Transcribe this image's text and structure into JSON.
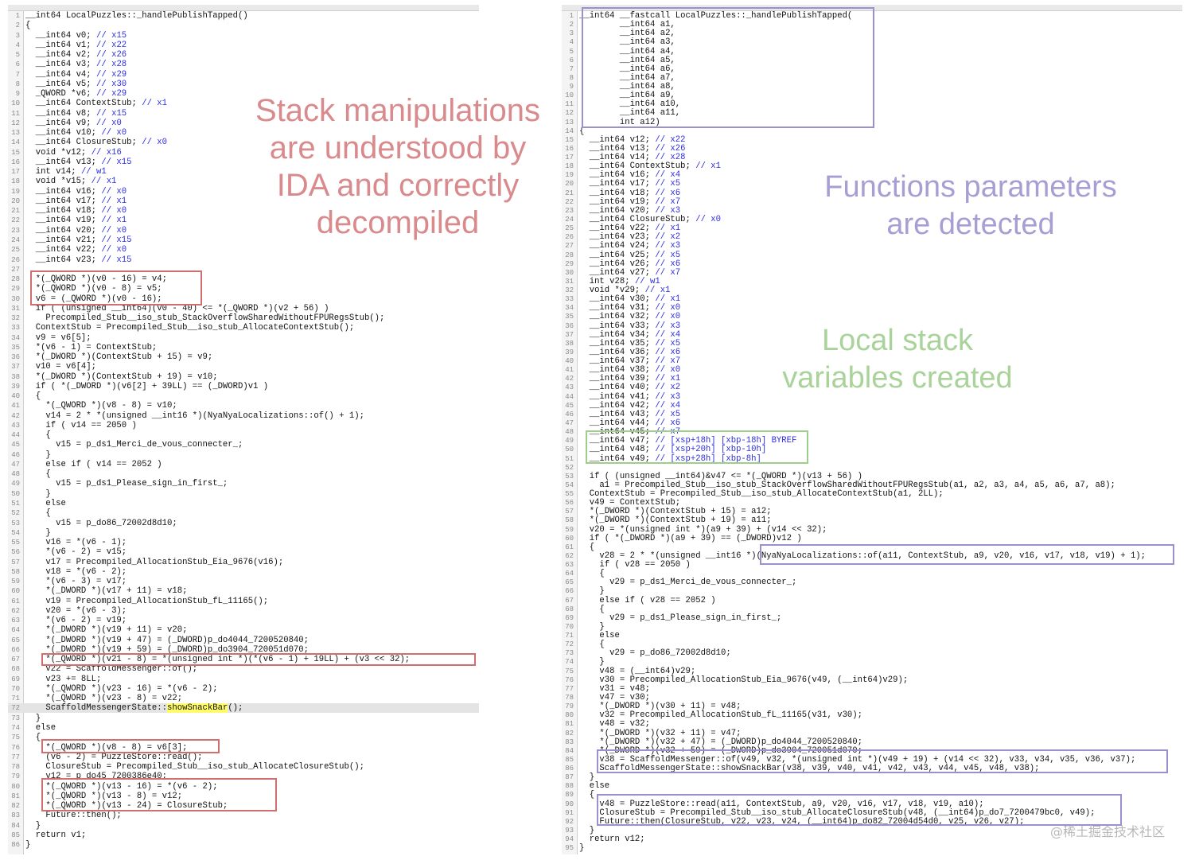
{
  "left": {
    "lines": [
      "__int64 LocalPuzzles::_handlePublishTapped()",
      "{",
      "  __int64 v0; // x15",
      "  __int64 v1; // x22",
      "  __int64 v2; // x26",
      "  __int64 v3; // x28",
      "  __int64 v4; // x29",
      "  __int64 v5; // x30",
      "  _QWORD *v6; // x29",
      "  __int64 ContextStub; // x1",
      "  __int64 v8; // x15",
      "  __int64 v9; // x0",
      "  __int64 v10; // x0",
      "  __int64 ClosureStub; // x0",
      "  void *v12; // x16",
      "  __int64 v13; // x15",
      "  int v14; // w1",
      "  void *v15; // x1",
      "  __int64 v16; // x0",
      "  __int64 v17; // x1",
      "  __int64 v18; // x0",
      "  __int64 v19; // x1",
      "  __int64 v20; // x0",
      "  __int64 v21; // x15",
      "  __int64 v22; // x0",
      "  __int64 v23; // x15",
      "",
      "  *(_QWORD *)(v0 - 16) = v4;",
      "  *(_QWORD *)(v0 - 8) = v5;",
      "  v6 = (_QWORD *)(v0 - 16);",
      "  if ( (unsigned __int64)(v0 - 40) <= *(_QWORD *)(v2 + 56) )",
      "    Precompiled_Stub__iso_stub_StackOverflowSharedWithoutFPURegsStub();",
      "  ContextStub = Precompiled_Stub__iso_stub_AllocateContextStub();",
      "  v9 = v6[5];",
      "  *(v6 - 1) = ContextStub;",
      "  *(_DWORD *)(ContextStub + 15) = v9;",
      "  v10 = v6[4];",
      "  *(_DWORD *)(ContextStub + 19) = v10;",
      "  if ( *(_DWORD *)(v6[2] + 39LL) == (_DWORD)v1 )",
      "  {",
      "    *(_QWORD *)(v8 - 8) = v10;",
      "    v14 = 2 * *(unsigned __int16 *)(NyaNyaLocalizations::of() + 1);",
      "    if ( v14 == 2050 )",
      "    {",
      "      v15 = p_ds1_Merci_de_vous_connecter_;",
      "    }",
      "    else if ( v14 == 2052 )",
      "    {",
      "      v15 = p_ds1_Please_sign_in_first_;",
      "    }",
      "    else",
      "    {",
      "      v15 = p_do86_72002d8d10;",
      "    }",
      "    v16 = *(v6 - 1);",
      "    *(v6 - 2) = v15;",
      "    v17 = Precompiled_AllocationStub_Eia_9676(v16);",
      "    v18 = *(v6 - 2);",
      "    *(v6 - 3) = v17;",
      "    *(_DWORD *)(v17 + 11) = v18;",
      "    v19 = Precompiled_AllocationStub_fL_11165();",
      "    v20 = *(v6 - 3);",
      "    *(v6 - 2) = v19;",
      "    *(_DWORD *)(v19 + 11) = v20;",
      "    *(_DWORD *)(v19 + 47) = (_DWORD)p_do4044_7200520840;",
      "    *(_DWORD *)(v19 + 59) = (_DWORD)p_do3904_720051d070;",
      "    *(_QWORD *)(v21 - 8) = *(unsigned int *)(*(v6 - 1) + 19LL) + (v3 << 32);",
      "    v22 = ScaffoldMessenger::of();",
      "    v23 += 8LL;",
      "    *(_QWORD *)(v23 - 16) = *(v6 - 2);",
      "    *(_QWORD *)(v23 - 8) = v22;",
      "    ScaffoldMessengerState::showSnackBar();",
      "  }",
      "  else",
      "  {",
      "    *(_QWORD *)(v8 - 8) = v6[3];",
      "    (v6 - 2) = PuzzleStore::read();",
      "    ClosureStub = Precompiled_Stub__iso_stub_AllocateClosureStub();",
      "    v12 = p_do45_7200386e40;",
      "    *(_QWORD *)(v13 - 16) = *(v6 - 2);",
      "    *(_QWORD *)(v13 - 8) = v12;",
      "    *(_QWORD *)(v13 - 24) = ClosureStub;",
      "    Future::then();",
      "  }",
      "  return v1;",
      "}"
    ]
  },
  "right": {
    "lines": [
      "__int64 __fastcall LocalPuzzles::_handlePublishTapped(",
      "        __int64 a1,",
      "        __int64 a2,",
      "        __int64 a3,",
      "        __int64 a4,",
      "        __int64 a5,",
      "        __int64 a6,",
      "        __int64 a7,",
      "        __int64 a8,",
      "        __int64 a9,",
      "        __int64 a10,",
      "        __int64 a11,",
      "        int a12)",
      "{",
      "  __int64 v12; // x22",
      "  __int64 v13; // x26",
      "  __int64 v14; // x28",
      "  __int64 ContextStub; // x1",
      "  __int64 v16; // x4",
      "  __int64 v17; // x5",
      "  __int64 v18; // x6",
      "  __int64 v19; // x7",
      "  __int64 v20; // x3",
      "  __int64 ClosureStub; // x0",
      "  __int64 v22; // x1",
      "  __int64 v23; // x2",
      "  __int64 v24; // x3",
      "  __int64 v25; // x5",
      "  __int64 v26; // x6",
      "  __int64 v27; // x7",
      "  int v28; // w1",
      "  void *v29; // x1",
      "  __int64 v30; // x1",
      "  __int64 v31; // x0",
      "  __int64 v32; // x0",
      "  __int64 v33; // x3",
      "  __int64 v34; // x4",
      "  __int64 v35; // x5",
      "  __int64 v36; // x6",
      "  __int64 v37; // x7",
      "  __int64 v38; // x0",
      "  __int64 v39; // x1",
      "  __int64 v40; // x2",
      "  __int64 v41; // x3",
      "  __int64 v42; // x4",
      "  __int64 v43; // x5",
      "  __int64 v44; // x6",
      "  __int64 v45; // x7",
      "  __int64 v47; // [xsp+18h] [xbp-18h] BYREF",
      "  __int64 v48; // [xsp+20h] [xbp-10h]",
      "  __int64 v49; // [xsp+28h] [xbp-8h]",
      "",
      "  if ( (unsigned __int64)&v47 <= *(_QWORD *)(v13 + 56) )",
      "    a1 = Precompiled_Stub__iso_stub_StackOverflowSharedWithoutFPURegsStub(a1, a2, a3, a4, a5, a6, a7, a8);",
      "  ContextStub = Precompiled_Stub__iso_stub_AllocateContextStub(a1, 2LL);",
      "  v49 = ContextStub;",
      "  *(_DWORD *)(ContextStub + 15) = a12;",
      "  *(_DWORD *)(ContextStub + 19) = a11;",
      "  v20 = *(unsigned int *)(a9 + 39) + (v14 << 32);",
      "  if ( *(_DWORD *)(a9 + 39) == (_DWORD)v12 )",
      "  {",
      "    v28 = 2 * *(unsigned __int16 *)(NyaNyaLocalizations::of(a11, ContextStub, a9, v20, v16, v17, v18, v19) + 1);",
      "    if ( v28 == 2050 )",
      "    {",
      "      v29 = p_ds1_Merci_de_vous_connecter_;",
      "    }",
      "    else if ( v28 == 2052 )",
      "    {",
      "      v29 = p_ds1_Please_sign_in_first_;",
      "    }",
      "    else",
      "    {",
      "      v29 = p_do86_72002d8d10;",
      "    }",
      "    v48 = (__int64)v29;",
      "    v30 = Precompiled_AllocationStub_Eia_9676(v49, (__int64)v29);",
      "    v31 = v48;",
      "    v47 = v30;",
      "    *(_DWORD *)(v30 + 11) = v48;",
      "    v32 = Precompiled_AllocationStub_fL_11165(v31, v30);",
      "    v48 = v32;",
      "    *(_DWORD *)(v32 + 11) = v47;",
      "    *(_DWORD *)(v32 + 47) = (_DWORD)p_do4044_7200520840;",
      "    *(_DWORD *)(v32 + 59) = (_DWORD)p_do3904_720051d070;",
      "    v38 = ScaffoldMessenger::of(v49, v32, *(unsigned int *)(v49 + 19) + (v14 << 32), v33, v34, v35, v36, v37);",
      "    ScaffoldMessengerState::showSnackBar(v38, v39, v40, v41, v42, v43, v44, v45, v48, v38);",
      "  }",
      "  else",
      "  {",
      "    v48 = PuzzleStore::read(a11, ContextStub, a9, v20, v16, v17, v18, v19, a10);",
      "    ClosureStub = Precompiled_Stub__iso_stub_AllocateClosureStub(v48, (__int64)p_do7_7200479bc0, v49);",
      "    Future::then(ClosureStub, v22, v23, v24, (__int64)p_do82_72004d54d0, v25, v26, v27);",
      "  }",
      "  return v12;",
      "}"
    ]
  },
  "annotations": {
    "stack": "Stack manipulations\nare understood by\nIDA and correctly\ndecompiled",
    "params": "Functions parameters\nare detected",
    "local": "Local stack\nvariables created"
  },
  "watermark": "@稀土掘金技术社区",
  "colors": {
    "red_box": "#cf6f70",
    "purple_box": "#9a8fcf",
    "green_box": "#9fce8b",
    "highlight": "#fffb6a"
  }
}
